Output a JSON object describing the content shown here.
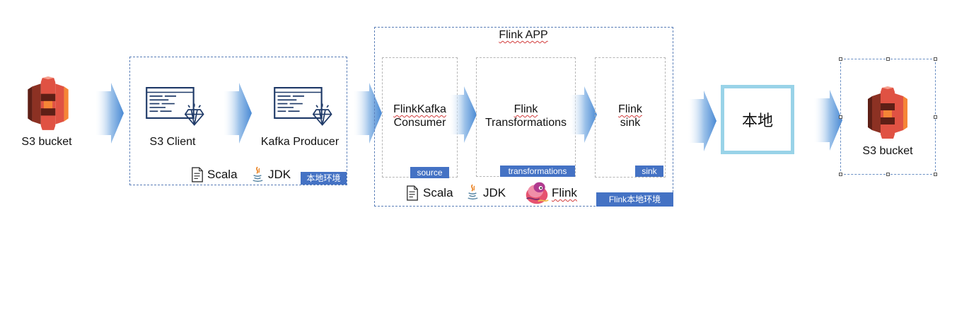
{
  "source_bucket": {
    "label": "S3 bucket"
  },
  "local_env_group": {
    "s3_client": "S3 Client",
    "kafka_producer": "Kafka Producer",
    "tech": {
      "scala": "Scala",
      "jdk": "JDK"
    },
    "tag": "本地环境"
  },
  "flink_app": {
    "title": "Flink APP",
    "consumer": {
      "line1": "FlinkKafka",
      "line2": "Consumer",
      "tag": "source"
    },
    "transformations": {
      "line1": "Flink",
      "line2": "Transformations",
      "tag": "transformations"
    },
    "sink": {
      "line1": "Flink",
      "line2": "sink",
      "tag": "sink"
    },
    "tech": {
      "scala": "Scala",
      "jdk": "JDK",
      "flink": "Flink"
    },
    "env_tag": "Flink本地环境"
  },
  "local_node": {
    "label": "本地"
  },
  "target_bucket": {
    "label": "S3 bucket"
  },
  "colors": {
    "arrow": "#5b9bd5",
    "tag": "#4472c4",
    "bucket": "#e05243",
    "local_border": "#99d3e8"
  }
}
